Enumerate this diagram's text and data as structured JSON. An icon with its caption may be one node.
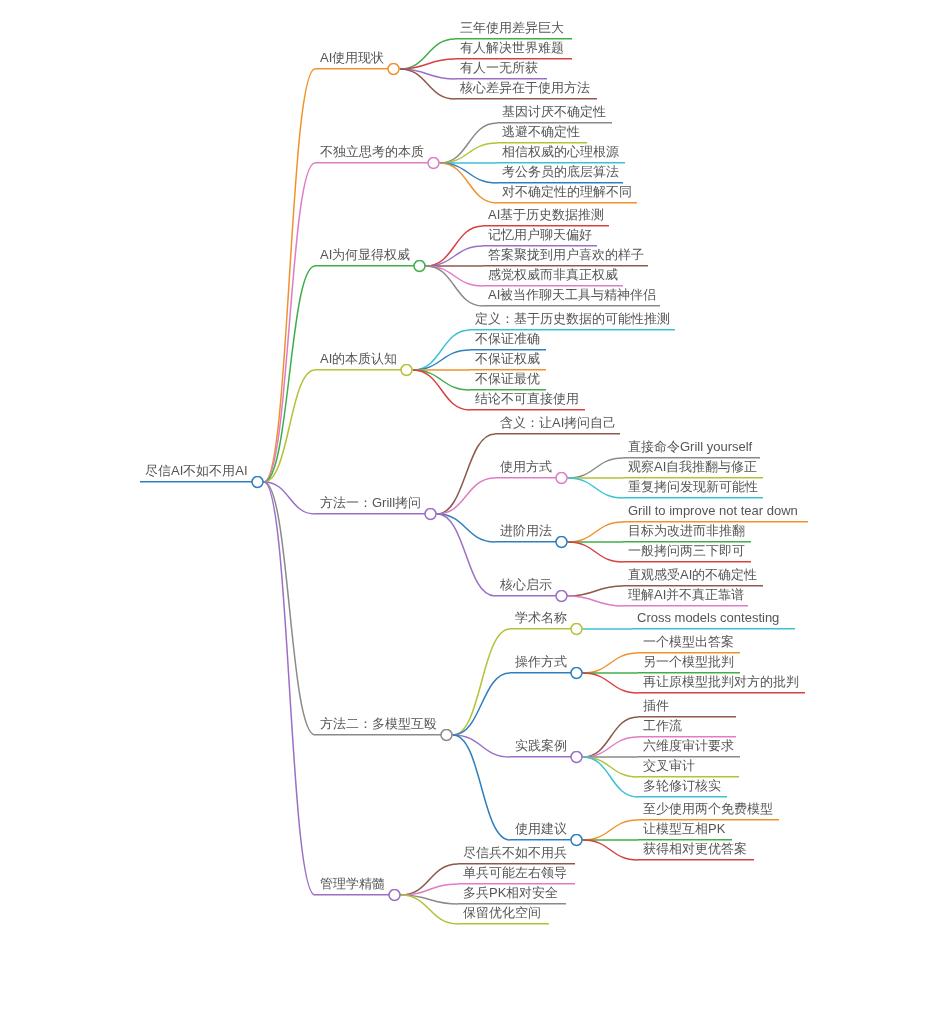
{
  "diagram": {
    "nodes": [
      {
        "text": [
          "尽信AI不如不用AI"
        ]
      },
      {
        "text": [
          "AI使用现状"
        ]
      },
      {
        "text": [
          "三年使用差异巨大"
        ]
      },
      {
        "text": [
          "有人解决世界难题"
        ]
      },
      {
        "text": [
          "有人一无所获"
        ]
      },
      {
        "text": [
          "核心差异在于使用方法"
        ]
      },
      {
        "text": [
          "不独立思考的本质"
        ]
      },
      {
        "text": [
          "基因讨厌不确定性"
        ]
      },
      {
        "text": [
          "逃避不确定性"
        ]
      },
      {
        "text": [
          "相信权威的心理根源"
        ]
      },
      {
        "text": [
          "考公务员的底层算法"
        ]
      },
      {
        "text": [
          "对不确定性的理解不同"
        ]
      },
      {
        "text": [
          "AI为何显得权威"
        ]
      },
      {
        "text": [
          "AI基于历史数据推测"
        ]
      },
      {
        "text": [
          "记忆用户聊天偏好"
        ]
      },
      {
        "text": [
          "答案聚拢到用户喜欢的样子"
        ]
      },
      {
        "text": [
          "感觉权威而非真正权威"
        ]
      },
      {
        "text": [
          "AI被当作聊天工具与精神伴侣"
        ]
      },
      {
        "text": [
          "AI的本质认知"
        ]
      },
      {
        "text": [
          "定义：基于历史数据的可能性推测"
        ]
      },
      {
        "text": [
          "不保证准确"
        ]
      },
      {
        "text": [
          "不保证权威"
        ]
      },
      {
        "text": [
          "不保证最优"
        ]
      },
      {
        "text": [
          "结论不可直接使用"
        ]
      },
      {
        "text": [
          "方法一：Grill拷问"
        ]
      },
      {
        "text": [
          "含义：让AI拷问自己"
        ]
      },
      {
        "text": [
          "使用方式"
        ]
      },
      {
        "text": [
          "直接命令Grill yourself"
        ]
      },
      {
        "text": [
          "观察AI自我推翻与修正"
        ]
      },
      {
        "text": [
          "重复拷问发现新可能性"
        ]
      },
      {
        "text": [
          "进阶用法"
        ]
      },
      {
        "text": [
          "Grill to improve not tear down"
        ]
      },
      {
        "text": [
          "目标为改进而非推翻"
        ]
      },
      {
        "text": [
          "一般拷问两三下即可"
        ]
      },
      {
        "text": [
          "核心启示"
        ]
      },
      {
        "text": [
          "直观感受AI的不确定性"
        ]
      },
      {
        "text": [
          "理解AI并不真正靠谱"
        ]
      },
      {
        "text": [
          "方法二：多模型互殴"
        ]
      },
      {
        "text": [
          "学术名称"
        ]
      },
      {
        "text": [
          "Cross models contesting"
        ]
      },
      {
        "text": [
          "操作方式"
        ]
      },
      {
        "text": [
          "一个模型出答案"
        ]
      },
      {
        "text": [
          "另一个模型批判"
        ]
      },
      {
        "text": [
          "再让原模型批判对方的批判"
        ]
      },
      {
        "text": [
          "实践案例"
        ]
      },
      {
        "text": [
          "插件"
        ]
      },
      {
        "text": [
          "工作流"
        ]
      },
      {
        "text": [
          "六维度审计要求"
        ]
      },
      {
        "text": [
          "交叉审计"
        ]
      },
      {
        "text": [
          "多轮修订核实"
        ]
      },
      {
        "text": [
          "使用建议"
        ]
      },
      {
        "text": [
          "至少使用两个免费模型"
        ]
      },
      {
        "text": [
          "让模型互相PK"
        ]
      },
      {
        "text": [
          "获得相对更优答案"
        ]
      },
      {
        "text": [
          "管理学精髓"
        ]
      },
      {
        "text": [
          "尽信兵不如不用兵"
        ]
      },
      {
        "text": [
          "单兵可能左右领导"
        ]
      },
      {
        "text": [
          "多兵PK相对安全"
        ]
      },
      {
        "text": [
          "保留优化空间"
        ]
      }
    ],
    "edges": [
      {
        "from": 0,
        "to": 1,
        "arrow": "none",
        "color": "#f0922b"
      },
      {
        "from": 1,
        "to": 2,
        "arrow": "none",
        "color": "#3fae49"
      },
      {
        "from": 1,
        "to": 3,
        "arrow": "none",
        "color": "#d84040"
      },
      {
        "from": 1,
        "to": 4,
        "arrow": "none",
        "color": "#9b6fc6"
      },
      {
        "from": 1,
        "to": 5,
        "arrow": "none",
        "color": "#8b5a4a"
      },
      {
        "from": 0,
        "to": 6,
        "arrow": "none",
        "color": "#e07cc6"
      },
      {
        "from": 6,
        "to": 7,
        "arrow": "none",
        "color": "#8a8a8a"
      },
      {
        "from": 6,
        "to": 8,
        "arrow": "none",
        "color": "#b5c136"
      },
      {
        "from": 6,
        "to": 9,
        "arrow": "none",
        "color": "#3bc1d4"
      },
      {
        "from": 6,
        "to": 10,
        "arrow": "none",
        "color": "#2f7fbf"
      },
      {
        "from": 6,
        "to": 11,
        "arrow": "none",
        "color": "#f0922b"
      },
      {
        "from": 0,
        "to": 12,
        "arrow": "none",
        "color": "#3fae49"
      },
      {
        "from": 12,
        "to": 13,
        "arrow": "none",
        "color": "#d84040"
      },
      {
        "from": 12,
        "to": 14,
        "arrow": "none",
        "color": "#9b6fc6"
      },
      {
        "from": 12,
        "to": 15,
        "arrow": "none",
        "color": "#8b5a4a"
      },
      {
        "from": 12,
        "to": 16,
        "arrow": "none",
        "color": "#e07cc6"
      },
      {
        "from": 12,
        "to": 17,
        "arrow": "none",
        "color": "#8a8a8a"
      },
      {
        "from": 0,
        "to": 18,
        "arrow": "none",
        "color": "#b5c136"
      },
      {
        "from": 18,
        "to": 19,
        "arrow": "none",
        "color": "#3bc1d4"
      },
      {
        "from": 18,
        "to": 20,
        "arrow": "none",
        "color": "#2f7fbf"
      },
      {
        "from": 18,
        "to": 21,
        "arrow": "none",
        "color": "#f0922b"
      },
      {
        "from": 18,
        "to": 22,
        "arrow": "none",
        "color": "#3fae49"
      },
      {
        "from": 18,
        "to": 23,
        "arrow": "none",
        "color": "#d84040"
      },
      {
        "from": 0,
        "to": 24,
        "arrow": "none",
        "color": "#9b6fc6"
      },
      {
        "from": 24,
        "to": 25,
        "arrow": "none",
        "color": "#8b5a4a"
      },
      {
        "from": 24,
        "to": 26,
        "arrow": "none",
        "color": "#e07cc6"
      },
      {
        "from": 26,
        "to": 27,
        "arrow": "none",
        "color": "#8a8a8a"
      },
      {
        "from": 26,
        "to": 28,
        "arrow": "none",
        "color": "#b5c136"
      },
      {
        "from": 26,
        "to": 29,
        "arrow": "none",
        "color": "#3bc1d4"
      },
      {
        "from": 24,
        "to": 30,
        "arrow": "none",
        "color": "#2f7fbf"
      },
      {
        "from": 30,
        "to": 31,
        "arrow": "none",
        "color": "#f0922b"
      },
      {
        "from": 30,
        "to": 32,
        "arrow": "none",
        "color": "#3fae49"
      },
      {
        "from": 30,
        "to": 33,
        "arrow": "none",
        "color": "#d84040"
      },
      {
        "from": 24,
        "to": 34,
        "arrow": "none",
        "color": "#9b6fc6"
      },
      {
        "from": 34,
        "to": 35,
        "arrow": "none",
        "color": "#8b5a4a"
      },
      {
        "from": 34,
        "to": 36,
        "arrow": "none",
        "color": "#e07cc6"
      },
      {
        "from": 0,
        "to": 37,
        "arrow": "none",
        "color": "#8a8a8a"
      },
      {
        "from": 37,
        "to": 38,
        "arrow": "none",
        "color": "#b5c136"
      },
      {
        "from": 38,
        "to": 39,
        "arrow": "none",
        "color": "#3bc1d4"
      },
      {
        "from": 37,
        "to": 40,
        "arrow": "none",
        "color": "#2f7fbf"
      },
      {
        "from": 40,
        "to": 41,
        "arrow": "none",
        "color": "#f0922b"
      },
      {
        "from": 40,
        "to": 42,
        "arrow": "none",
        "color": "#3fae49"
      },
      {
        "from": 40,
        "to": 43,
        "arrow": "none",
        "color": "#d84040"
      },
      {
        "from": 37,
        "to": 44,
        "arrow": "none",
        "color": "#9b6fc6"
      },
      {
        "from": 44,
        "to": 45,
        "arrow": "none",
        "color": "#8b5a4a"
      },
      {
        "from": 44,
        "to": 46,
        "arrow": "none",
        "color": "#e07cc6"
      },
      {
        "from": 44,
        "to": 47,
        "arrow": "none",
        "color": "#8a8a8a"
      },
      {
        "from": 44,
        "to": 48,
        "arrow": "none",
        "color": "#b5c136"
      },
      {
        "from": 44,
        "to": 49,
        "arrow": "none",
        "color": "#3bc1d4"
      },
      {
        "from": 37,
        "to": 50,
        "arrow": "none",
        "color": "#2f7fbf"
      },
      {
        "from": 50,
        "to": 51,
        "arrow": "none",
        "color": "#f0922b"
      },
      {
        "from": 50,
        "to": 52,
        "arrow": "none",
        "color": "#3fae49"
      },
      {
        "from": 50,
        "to": 53,
        "arrow": "none",
        "color": "#d84040"
      },
      {
        "from": 0,
        "to": 54,
        "arrow": "none",
        "color": "#9b6fc6"
      },
      {
        "from": 54,
        "to": 55,
        "arrow": "none",
        "color": "#8b5a4a"
      },
      {
        "from": 54,
        "to": 56,
        "arrow": "none",
        "color": "#e07cc6"
      },
      {
        "from": 54,
        "to": 57,
        "arrow": "none",
        "color": "#8a8a8a"
      },
      {
        "from": 54,
        "to": 58,
        "arrow": "none",
        "color": "#b5c136"
      }
    ]
  }
}
